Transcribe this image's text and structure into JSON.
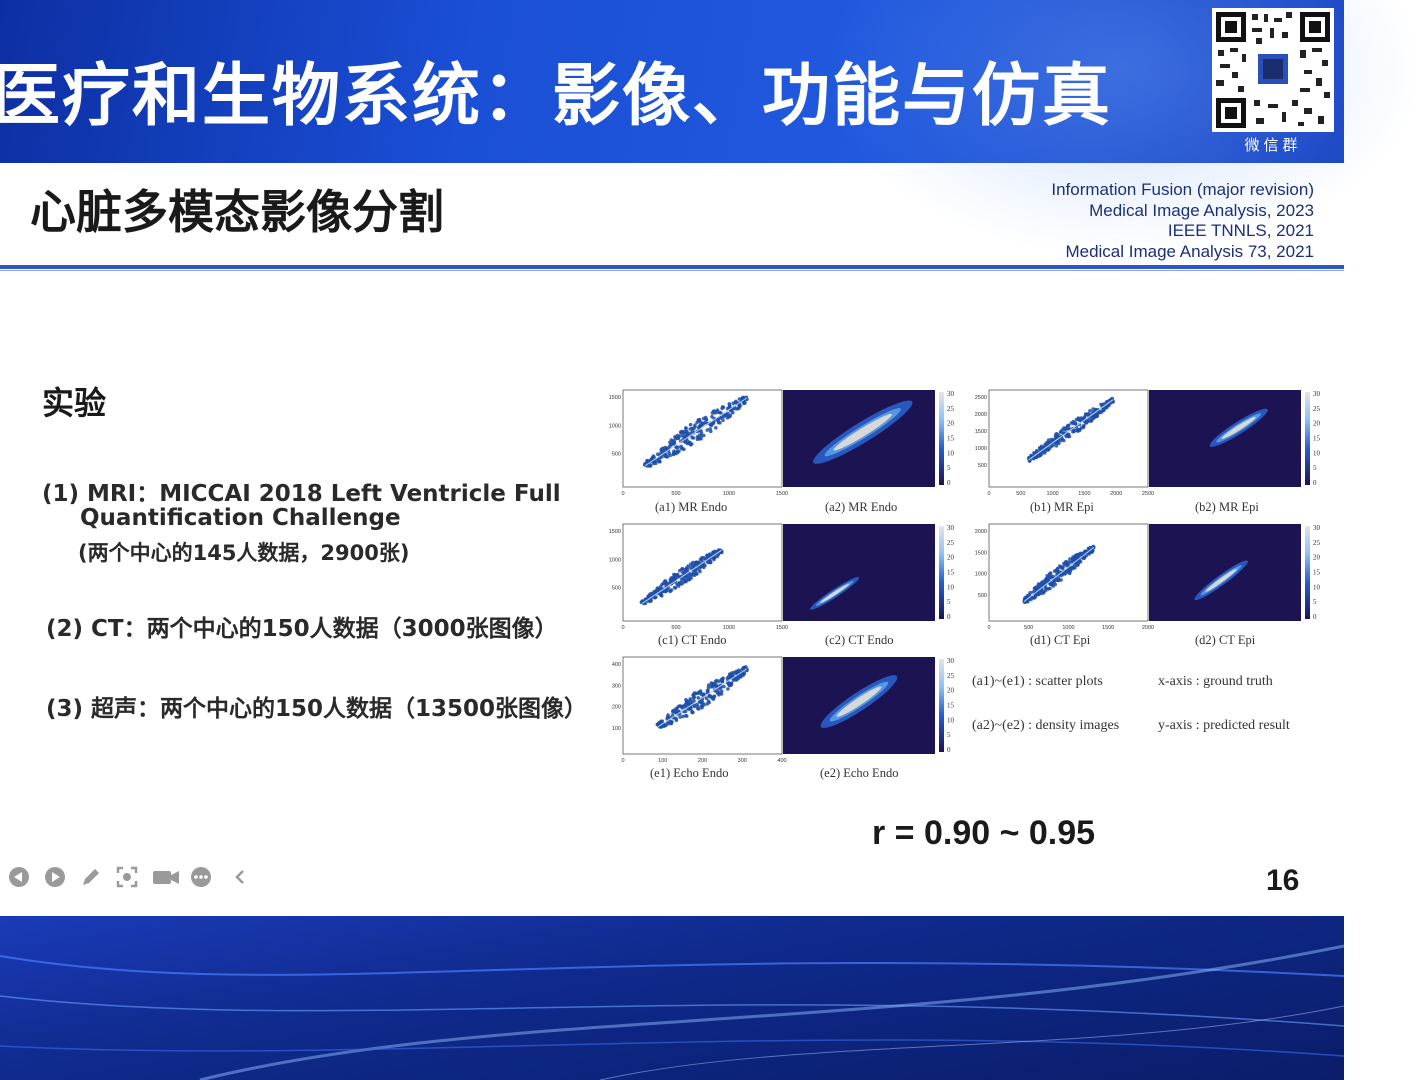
{
  "banner": {
    "title": "医疗和生物系统：影像、功能与仿真",
    "qr_label": "微信群"
  },
  "header": {
    "subtitle": "心脏多模态影像分割",
    "refs": [
      "Information Fusion (major revision)",
      "Medical Image Analysis, 2023",
      "IEEE TNNLS, 2021",
      "Medical Image Analysis 73, 2021"
    ]
  },
  "content": {
    "exp_title": "实验",
    "items": [
      "(1) MRI：MICCAI 2018 Left Ventricle Full",
      "Quantification Challenge",
      "(两个中心的145人数据，2900张)",
      "(2) CT：两个中心的150人数据（3000张图像）",
      "(3) 超声：两个中心的150人数据（13500张图像）"
    ],
    "r_value": "r = 0.90 ~ 0.95",
    "page_num": "16"
  },
  "figure": {
    "captions": [
      "(a1)  MR Endo",
      "(a2)  MR Endo",
      "(b1)  MR Epi",
      "(b2)  MR Epi",
      "(c1)  CT Endo",
      "(c2)  CT Endo",
      "(d1)  CT Epi",
      "(d2)  CT Epi",
      "(e1)  Echo Endo",
      "(e2)  Echo Endo"
    ],
    "legend": [
      "(a1)~(e1) : scatter plots",
      "x-axis : ground truth",
      "(a2)~(e2) : density images",
      "y-axis : predicted result"
    ],
    "colorbar_ticks": [
      "30",
      "25",
      "20",
      "15",
      "10",
      "5",
      "0"
    ],
    "scatter_ticks": {
      "a1": {
        "y": [
          "1500",
          "1000",
          "500"
        ],
        "x": [
          "0",
          "500",
          "1000",
          "1500"
        ]
      },
      "b1": {
        "y": [
          "2500",
          "2000",
          "1500",
          "1000",
          "500"
        ],
        "x": [
          "0",
          "500",
          "1000",
          "1500",
          "2000",
          "2500"
        ]
      },
      "c1": {
        "y": [
          "1500",
          "1000",
          "500"
        ],
        "x": [
          "0",
          "500",
          "1000",
          "1500"
        ]
      },
      "d1": {
        "y": [
          "2000",
          "1500",
          "1000",
          "500"
        ],
        "x": [
          "0",
          "500",
          "1000",
          "1500",
          "2000"
        ]
      },
      "e1": {
        "y": [
          "400",
          "300",
          "200",
          "100"
        ],
        "x": [
          "0",
          "100",
          "200",
          "300",
          "400"
        ]
      }
    }
  },
  "toolbar": {
    "icons": [
      "prev-icon",
      "next-icon",
      "pen-icon",
      "zoom-icon",
      "camera-icon",
      "more-icon",
      "collapse-icon"
    ]
  },
  "colors": {
    "banner": "#1a4fd6",
    "divider": "#2e56c8",
    "scatter": "#1e4fa8",
    "density_bg": "#1c1452"
  }
}
